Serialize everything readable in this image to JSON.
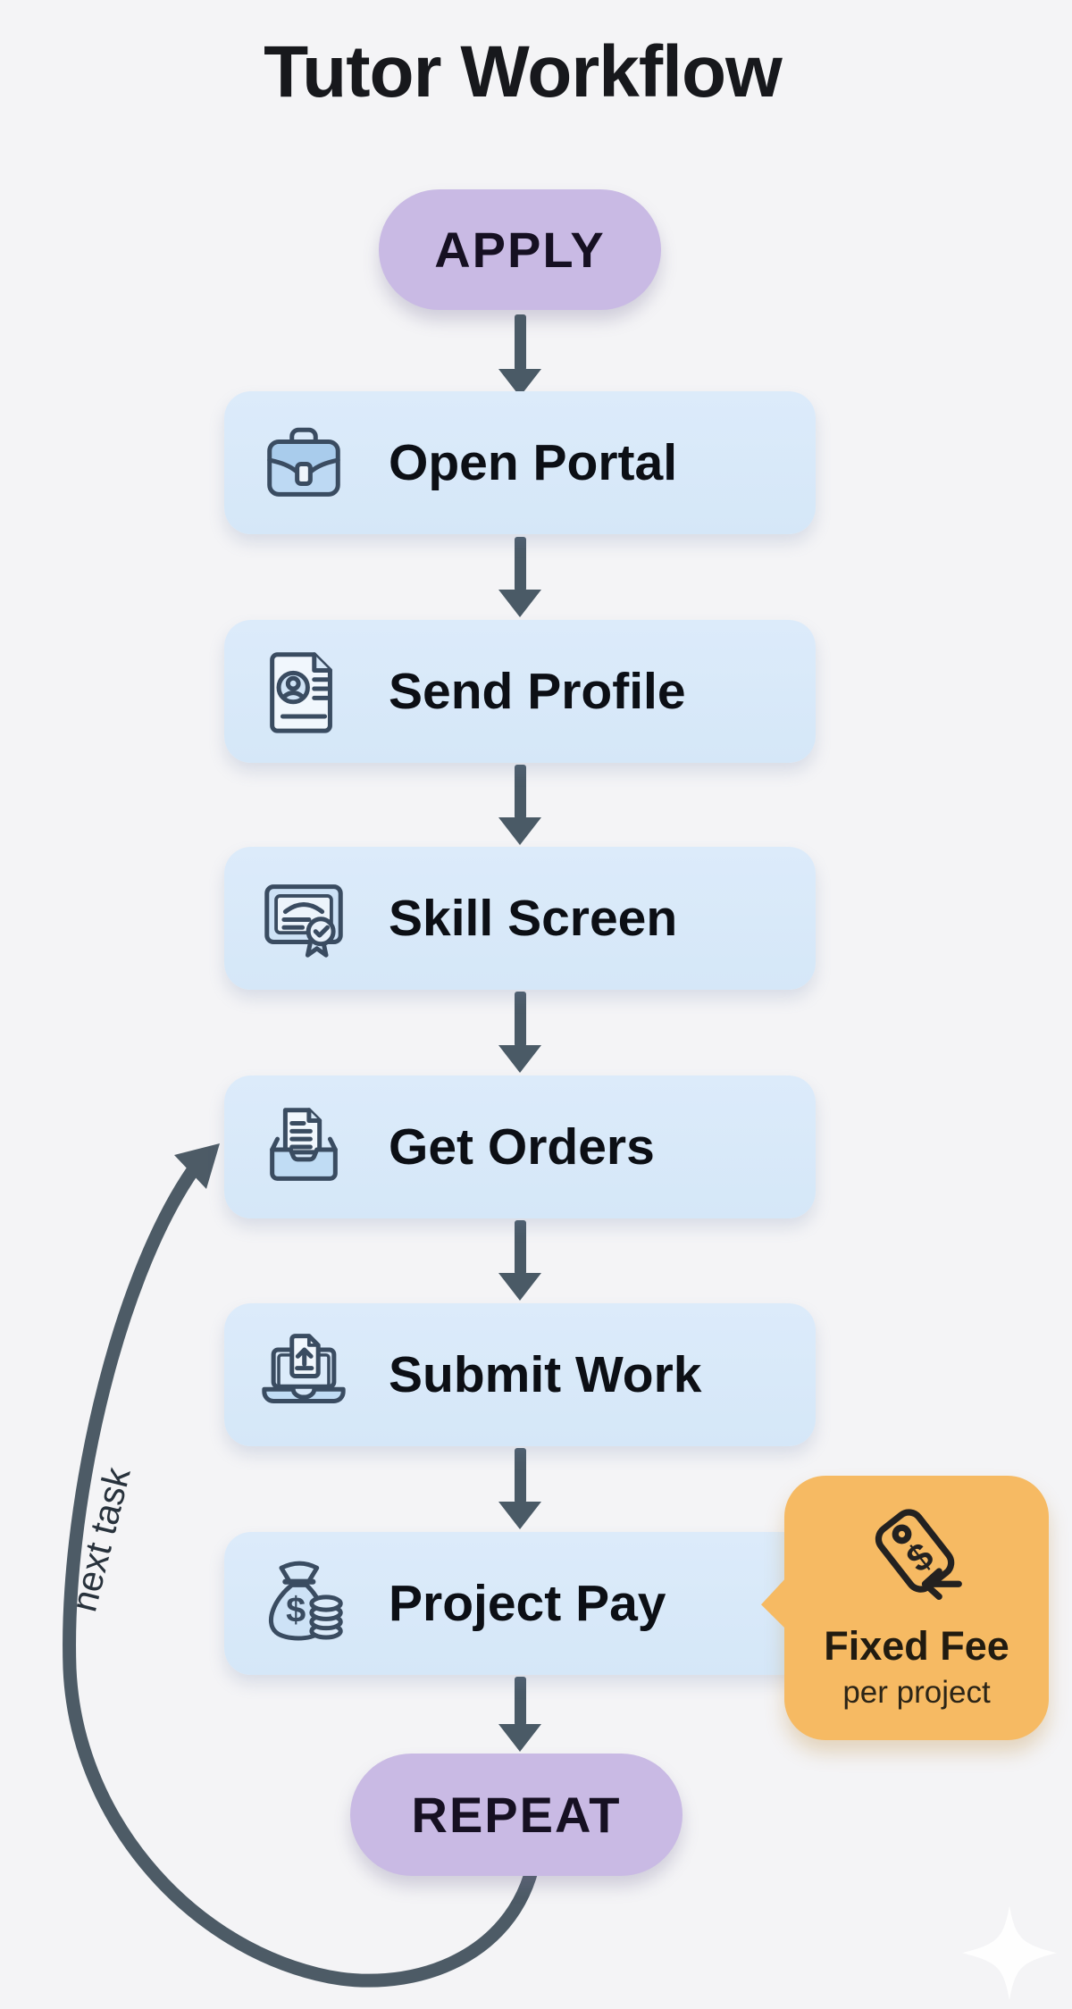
{
  "title": "Tutor Workflow",
  "flow": {
    "start_label": "APPLY",
    "steps": [
      {
        "label": "Open Portal",
        "icon": "briefcase-icon"
      },
      {
        "label": "Send Profile",
        "icon": "profile-document-icon"
      },
      {
        "label": "Skill Screen",
        "icon": "certificate-icon"
      },
      {
        "label": "Get Orders",
        "icon": "inbox-document-icon"
      },
      {
        "label": "Submit Work",
        "icon": "laptop-upload-icon"
      },
      {
        "label": "Project Pay",
        "icon": "money-bag-coins-icon"
      }
    ],
    "end_label": "REPEAT",
    "loop_label": "next task"
  },
  "callout": {
    "title": "Fixed Fee",
    "subtitle": "per project",
    "icon": "price-tag-icon"
  },
  "colors": {
    "background": "#f4f4f6",
    "step_box": "#d9e9f8",
    "pill_purple": "#c9bae4",
    "callout_orange": "#f6ba63",
    "arrow_slate": "#4a5a66",
    "icon_stroke": "#3a4c61",
    "icon_fill": "#bdd9f3",
    "text_dark": "#101319"
  }
}
